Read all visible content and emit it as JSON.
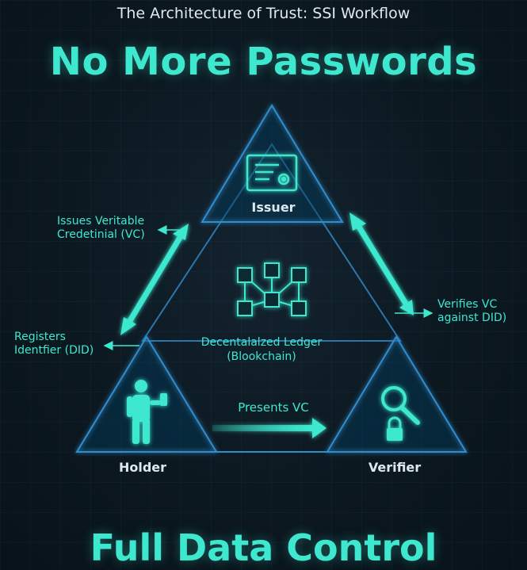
{
  "subtitle": "The Architecture of Trust: SSI Workflow",
  "headline": "No More Passwords",
  "footer": "Full Data Control",
  "nodes": {
    "issuer": {
      "label": "Issuer",
      "icon": "certificate-icon"
    },
    "holder": {
      "label": "Holder",
      "icon": "person-phone-icon"
    },
    "verifier": {
      "label": "Verifier",
      "icon": "magnifier-lock-icon"
    }
  },
  "center": {
    "line1": "Decentalalzed Ledger",
    "line2": "(Blookchain)",
    "icon": "blockchain-icon"
  },
  "annotations": {
    "issues": {
      "line1": "Issues Veritable",
      "line2": "Credetinial (VC)"
    },
    "registers": {
      "line1": "Registers",
      "line2": "Identfier (DID)"
    },
    "verifies": {
      "line1": "Verifies VC",
      "line2": "against DID)"
    },
    "presents": "Presents VC"
  },
  "colors": {
    "accent": "#3ee8cf",
    "triangle_stroke": "#2f7fb8",
    "background": "#0c1820",
    "text_light": "#dde8ee"
  }
}
